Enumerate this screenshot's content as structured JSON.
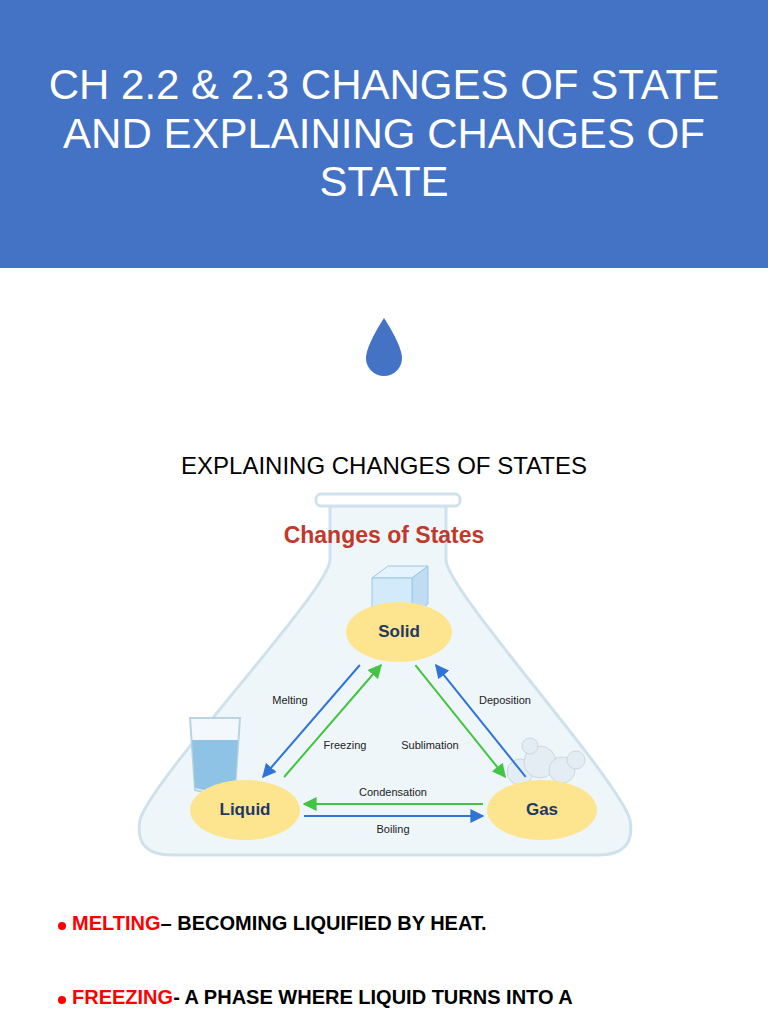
{
  "diagram": {
    "title": "CH 2.2 & 2.3 CHANGES OF STATE AND EXPLAINING CHANGES OF STATE",
    "nodes": [
      {
        "text": [
          "Solid"
        ]
      },
      {
        "text": [
          "Liquid"
        ]
      },
      {
        "text": [
          "Gas"
        ]
      }
    ],
    "edges": [
      {
        "from": 0,
        "to": 1,
        "label": "Melting",
        "arrow": "to"
      },
      {
        "from": 1,
        "to": 0,
        "label": "Freezing",
        "arrow": "to"
      },
      {
        "from": 0,
        "to": 2,
        "label": "Sublimation",
        "arrow": "to"
      },
      {
        "from": 2,
        "to": 0,
        "label": "Deposition",
        "arrow": "to"
      },
      {
        "from": 2,
        "to": 1,
        "label": "Condensation",
        "arrow": "to"
      },
      {
        "from": 1,
        "to": 2,
        "label": "Boiling",
        "arrow": "to"
      }
    ],
    "labels": [
      "EXPLAINING CHANGES OF STATES",
      "Changes of States",
      "MELTING",
      "– BECOMING LIQUIFIED BY HEAT.",
      "FREEZING",
      "- A PHASE WHERE LIQUID TURNS INTO A"
    ]
  }
}
